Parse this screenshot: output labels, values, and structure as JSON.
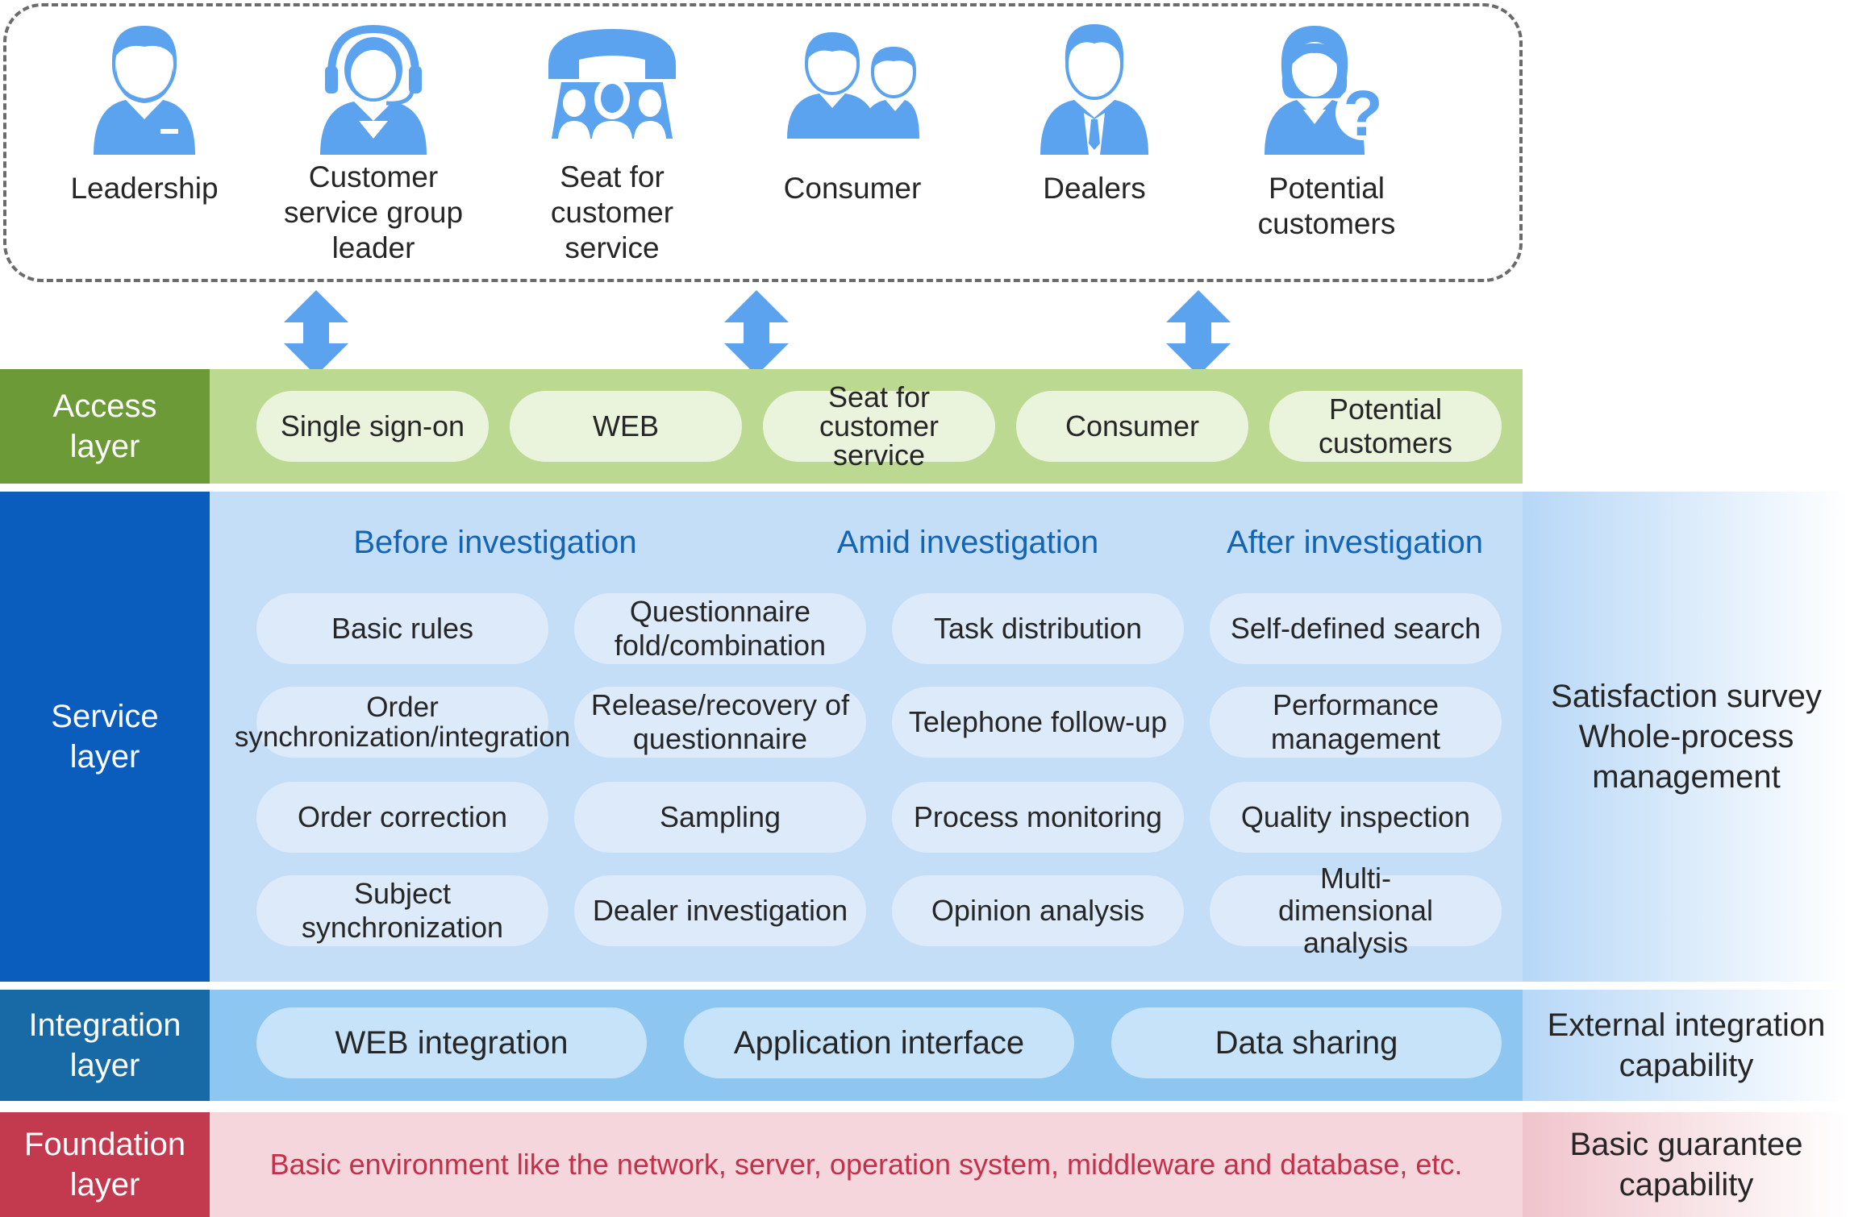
{
  "users": [
    {
      "name": "Leadership",
      "icon": "leader-person-icon"
    },
    {
      "name": "Customer service group leader",
      "icon": "headset-person-icon"
    },
    {
      "name": "Seat for customer service",
      "icon": "telephone-group-icon"
    },
    {
      "name": "Consumer",
      "icon": "two-persons-icon"
    },
    {
      "name": "Dealers",
      "icon": "suit-person-icon"
    },
    {
      "name": "Potential customers",
      "icon": "question-person-icon"
    }
  ],
  "layers": {
    "access": {
      "label": "Access layer",
      "items": [
        "Single sign-on",
        "WEB",
        "Seat for customer service",
        "Consumer",
        "Potential customers"
      ]
    },
    "service": {
      "label": "Service layer",
      "phases": [
        "Before investigation",
        "Amid investigation",
        "After investigation"
      ],
      "columns": [
        [
          "Basic rules",
          "Order synchronization/integration",
          "Order correction",
          "Subject synchronization"
        ],
        [
          "Questionnaire fold/combination",
          "Release/recovery of questionnaire",
          "Sampling",
          "Dealer investigation"
        ],
        [
          "Task distribution",
          "Telephone follow-up",
          "Process monitoring",
          "Opinion analysis"
        ],
        [
          "Self-defined search",
          "Performance management",
          "Quality inspection",
          "Multi-dimensional analysis"
        ]
      ],
      "side": "Satisfaction survey Whole-process management"
    },
    "integration": {
      "label": "Integration layer",
      "items": [
        "WEB integration",
        "Application interface",
        "Data sharing"
      ],
      "side": "External integration capability"
    },
    "foundation": {
      "label": "Foundation layer",
      "text": "Basic environment like the network, server, operation system, middleware and database, etc.",
      "side": "Basic guarantee capability"
    }
  },
  "colors": {
    "icon": "#5ba3ee",
    "access_dark": "#6b9a36",
    "access_band": "#bcd992",
    "service_dark": "#0a5cbd",
    "service_band": "#c5def8",
    "integration_dark": "#186aa6",
    "integration_band": "#8dc6f1",
    "foundation_dark": "#c33a4e",
    "foundation_band": "#f5d6dc",
    "foundation_text": "#c3304a",
    "phase_text": "#1264b5"
  }
}
